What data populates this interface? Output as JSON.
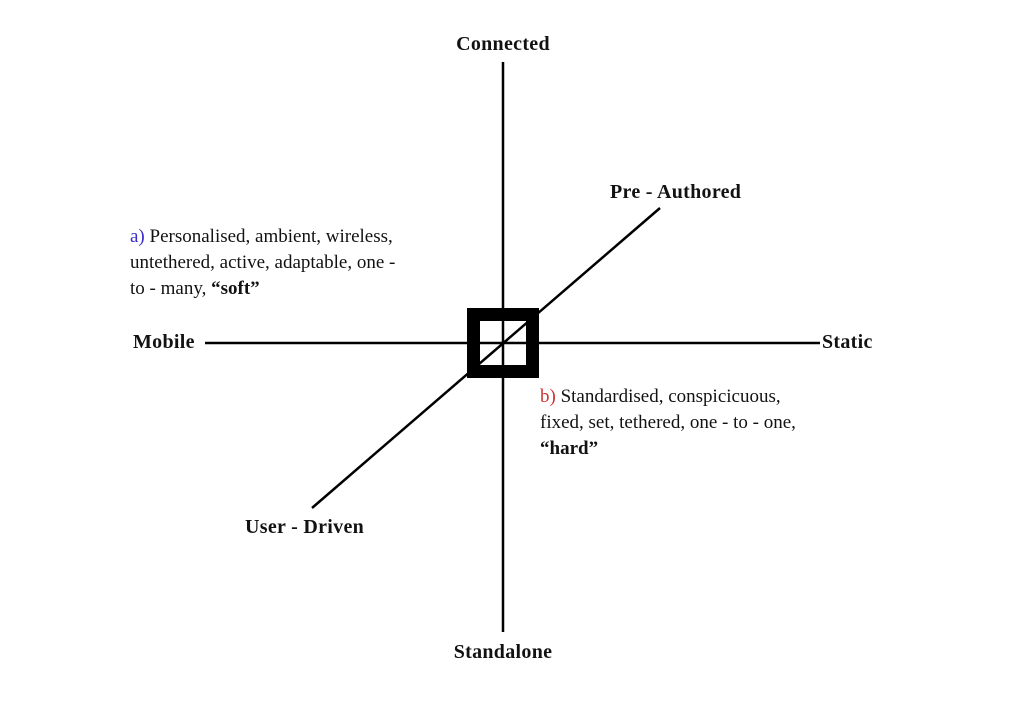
{
  "axes": {
    "connected": "Connected",
    "standalone": "Standalone",
    "mobile": "Mobile",
    "static": "Static",
    "pre_authored": "Pre - Authored",
    "user_driven": "User - Driven"
  },
  "annotation_a": {
    "prefix": "a)",
    "line1": " Personalised, ambient, wireless,",
    "line2": "untethered, active, adaptable, one -",
    "line3": "to - many, ",
    "emphasis": "“soft”"
  },
  "annotation_b": {
    "prefix": "b)",
    "line1": " Standardised, conspicicuous,",
    "line2": "fixed, set, tethered, one - to - one,",
    "emphasis": "“hard”"
  },
  "colors": {
    "background": "#ffffff",
    "line": "#000000",
    "annotation_a_prefix": "#3b2fc9",
    "annotation_b_prefix": "#cb3434"
  }
}
